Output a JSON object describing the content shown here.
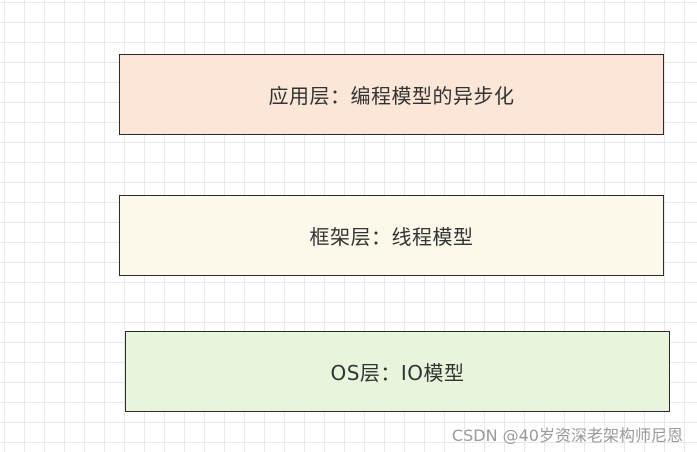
{
  "layers": {
    "application": {
      "label": "应用层：编程模型的异步化",
      "fill": "#fbe6d7"
    },
    "framework": {
      "label": "框架层：线程模型",
      "fill": "#fcf8ea"
    },
    "os": {
      "label": "OS层：IO模型",
      "fill": "#e6f5dc"
    }
  },
  "watermark": "CSDN @40岁资深老架构师尼恩"
}
